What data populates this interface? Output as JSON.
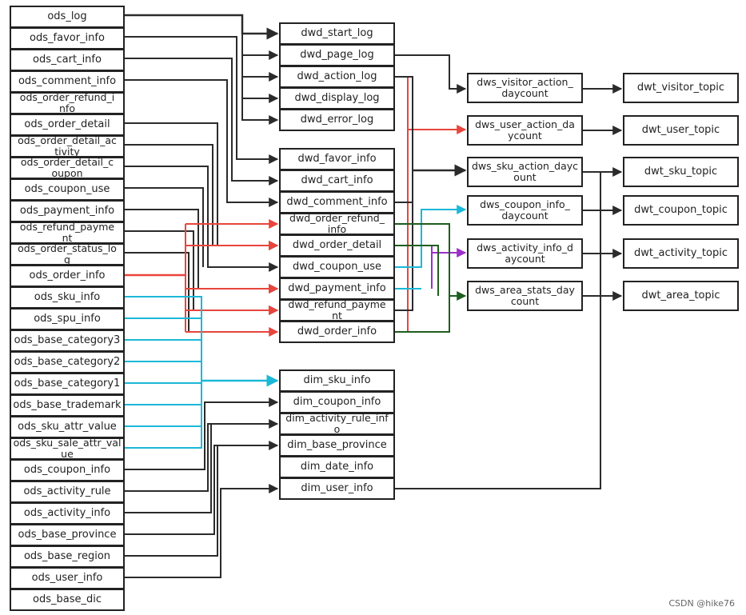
{
  "colors": {
    "dark": "#2b2b2b",
    "red": "#e8453c",
    "cyan": "#1cb8d8",
    "green": "#1e5e1e",
    "purple": "#9b30c8"
  },
  "watermark": "CSDN @hike76",
  "ods": {
    "log": "ods_log",
    "favor_info": "ods_favor_info",
    "cart_info": "ods_cart_info",
    "comment_info": "ods_comment_info",
    "order_refund_info": "ods_order_refund_i\nnfo",
    "order_detail": "ods_order_detail",
    "order_detail_activity": "ods_order_detail_ac\ntivity",
    "order_detail_coupon": "ods_order_detail_c\noupon",
    "coupon_use": "ods_coupon_use",
    "payment_info": "ods_payment_info",
    "refund_payment": "ods_refund_payme\nnt",
    "order_status_log": "ods_order_status_lo\ng",
    "order_info": "ods_order_info",
    "sku_info": "ods_sku_info",
    "spu_info": "ods_spu_info",
    "base_category3": "ods_base_category3",
    "base_category2": "ods_base_category2",
    "base_category1": "ods_base_category1",
    "base_trademark": "ods_base_trademark",
    "sku_attr_value": "ods_sku_attr_value",
    "sku_sale_attr_value": "ods_sku_sale_attr_val\nue",
    "coupon_info": "ods_coupon_info",
    "activity_rule": "ods_activity_rule",
    "activity_info": "ods_activity_info",
    "base_province": "ods_base_province",
    "base_region": "ods_base_region",
    "user_info": "ods_user_info",
    "base_dic": "ods_base_dic"
  },
  "dwd": {
    "start_log": "dwd_start_log",
    "page_log": "dwd_page_log",
    "action_log": "dwd_action_log",
    "display_log": "dwd_display_log",
    "error_log": "dwd_error_log",
    "favor_info": "dwd_favor_info",
    "cart_info": "dwd_cart_info",
    "comment_info": "dwd_comment_info",
    "order_refund_info": "dwd_order_refund_\ninfo",
    "order_detail": "dwd_order_detail",
    "coupon_use": "dwd_coupon_use",
    "payment_info": "dwd_payment_info",
    "refund_payment": "dwd_refund_payme\nnt",
    "order_info": "dwd_order_info"
  },
  "dim": {
    "sku_info": "dim_sku_info",
    "coupon_info": "dim_coupon_info",
    "activity_rule_info": "dim_activity_rule_inf\no",
    "base_province": "dim_base_province",
    "date_info": "dim_date_info",
    "user_info": "dim_user_info"
  },
  "dws": {
    "visitor_action_daycount": "dws_visitor_action_\ndaycount",
    "user_action_daycount": "dws_user_action_da\nycount",
    "sku_action_daycount": "dws_sku_action_dayc\nount",
    "coupon_info_daycount": "dws_coupon_info_\ndaycount",
    "activity_info_daycount": "dws_activity_info_d\naycount",
    "area_stats_daycount": "dws_area_stats_day\ncount"
  },
  "dwt": {
    "visitor_topic": "dwt_visitor_topic",
    "user_topic": "dwt_user_topic",
    "sku_topic": "dwt_sku_topic",
    "coupon_topic": "dwt_coupon_topic",
    "activity_topic": "dwt_activity_topic",
    "area_topic": "dwt_area_topic"
  }
}
